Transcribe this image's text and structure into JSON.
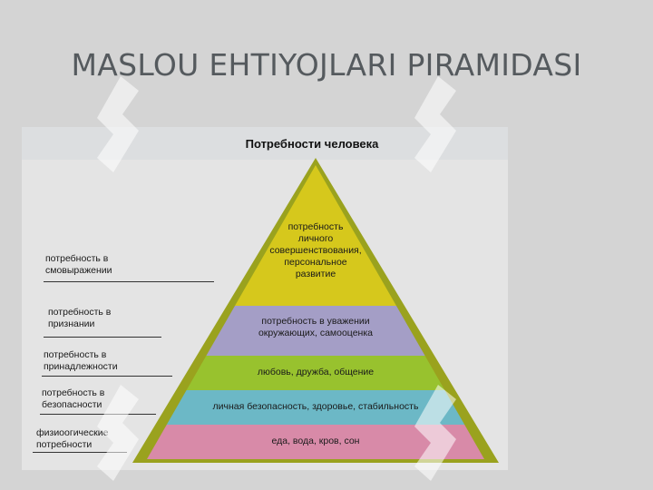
{
  "slide": {
    "title": "MASLOU EHTIYOJLARI PIRAMIDASI"
  },
  "figure": {
    "title": "Потребности человека"
  },
  "pyramid": {
    "tiers": [
      {
        "text": "потребность\nличного\nсовершенствования,\nперсональное\nразвитие",
        "color": "#d6c81c"
      },
      {
        "text": "потребность в уважении\nокружающих, самооценка",
        "color": "#a49ec6"
      },
      {
        "text": "любовь, дружба, общение",
        "color": "#98c22e"
      },
      {
        "text": "личная безопасность, здоровье, стабильность",
        "color": "#6cb8c6"
      },
      {
        "text": "еда, вода, кров, сон",
        "color": "#d88aa8"
      }
    ],
    "outline_color": "#9aa21e"
  },
  "side_labels": [
    {
      "text": "потребность в\nсмовыражении"
    },
    {
      "text": "потребность в\nпризнании"
    },
    {
      "text": "потребность в\nпринадлежности"
    },
    {
      "text": "потребность в\nбезопасности"
    },
    {
      "text": "физиоогические\nпотребности"
    }
  ],
  "watermark": {
    "color": "#ffffff"
  }
}
